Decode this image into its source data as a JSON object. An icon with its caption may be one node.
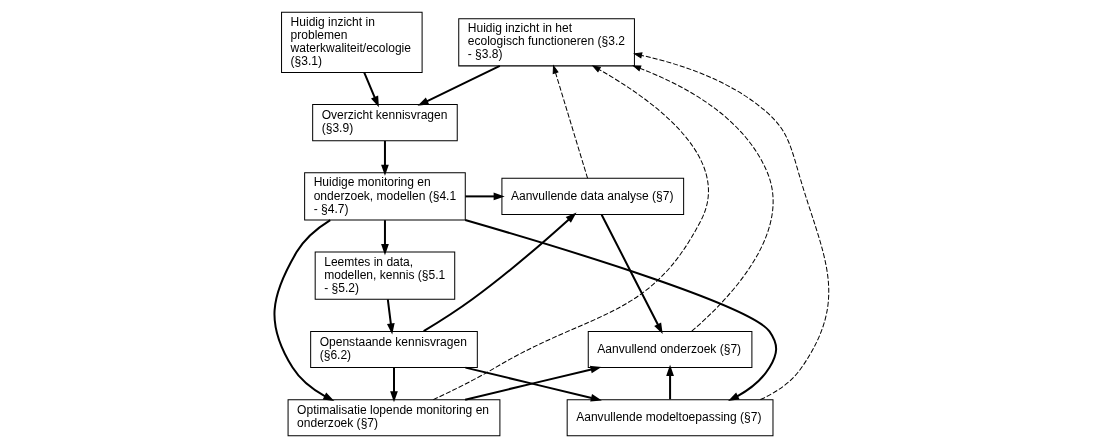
{
  "diagram": {
    "nodes": [
      {
        "text": [
          "Huidig inzicht in problemen waterkwaliteit/ecologie (§3.1)"
        ]
      },
      {
        "text": [
          "Huidig inzicht in het ecologisch functioneren (§3.2 - §3.8)"
        ]
      },
      {
        "text": [
          "Overzicht kennisvragen (§3.9)"
        ]
      },
      {
        "text": [
          "Huidige monitoring en onderzoek, modellen (§4.1 - §4.7)"
        ]
      },
      {
        "text": [
          "Leemtes in data, modellen, kennis (§5.1 - §5.2)"
        ]
      },
      {
        "text": [
          "Openstaande kennisvragen (§6.2)"
        ]
      },
      {
        "text": [
          "Aanvullende data analyse (§7)"
        ]
      },
      {
        "text": [
          "Optimalisatie lopende monitoring en onderzoek (§7)"
        ]
      },
      {
        "text": [
          "Aanvullende modeltoepassing (§7)"
        ]
      },
      {
        "text": [
          "Aanvullend onderzoek (§7)"
        ]
      }
    ],
    "edges": [
      {
        "from": 0,
        "to": 2,
        "arrow": "to"
      },
      {
        "from": 1,
        "to": 2,
        "arrow": "to"
      },
      {
        "from": 2,
        "to": 3,
        "arrow": "to"
      },
      {
        "from": 3,
        "to": 4,
        "arrow": "to"
      },
      {
        "from": 4,
        "to": 5,
        "arrow": "to"
      },
      {
        "from": 3,
        "to": 6,
        "arrow": "to"
      },
      {
        "from": 3,
        "to": 7,
        "arrow": "to"
      },
      {
        "from": 3,
        "to": 8,
        "arrow": "to"
      },
      {
        "from": 5,
        "to": 6,
        "arrow": "to"
      },
      {
        "from": 5,
        "to": 7,
        "arrow": "to"
      },
      {
        "from": 5,
        "to": 8,
        "arrow": "to"
      },
      {
        "from": 6,
        "to": 9,
        "arrow": "to"
      },
      {
        "from": 7,
        "to": 9,
        "arrow": "to"
      },
      {
        "from": 8,
        "to": 9,
        "arrow": "to"
      },
      {
        "from": 6,
        "to": 1,
        "arrow": "to",
        "style": "dashed"
      },
      {
        "from": 7,
        "to": 1,
        "arrow": "to",
        "style": "dashed"
      },
      {
        "from": 8,
        "to": 1,
        "arrow": "to",
        "style": "dashed"
      },
      {
        "from": 9,
        "to": 1,
        "arrow": "to",
        "style": "dashed"
      }
    ]
  }
}
